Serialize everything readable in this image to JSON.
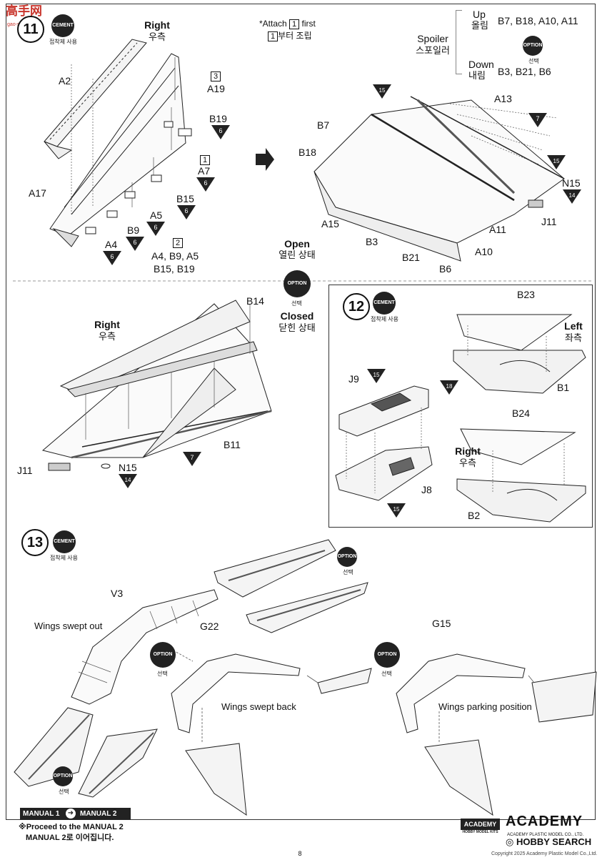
{
  "watermark": {
    "brand": "高手网",
    "site": "gao-shou.com"
  },
  "cement_label": "CEMENT",
  "cement_sub": "접착제 사용",
  "option_label": "OPTION",
  "option_sub": "선택",
  "step11": {
    "number": "11",
    "attach_first": "*Attach ",
    "attach_first_num": "1",
    "attach_first_end": " first",
    "attach_first_kr_num": "1",
    "attach_first_kr": "부터 조립",
    "right_en": "Right",
    "right_kr": "우측",
    "parts": {
      "A2": "A2",
      "A19": "A19",
      "A19_step": "3",
      "B19": "B19",
      "A7": "A7",
      "A7_step": "1",
      "A17": "A17",
      "B15": "B15",
      "A5": "A5",
      "B9": "B9",
      "A4": "A4",
      "step2": "2",
      "step2_list1": "A4, B9, A5",
      "step2_list2": "B15, B19"
    },
    "paint": {
      "six": "6"
    },
    "spoiler": {
      "title_en": "Spoiler",
      "title_kr": "스포일러",
      "up_en": "Up",
      "up_kr": "올림",
      "up_parts": "B7, B18, A10, A11",
      "down_en": "Down",
      "down_kr": "내림",
      "down_parts": "B3, B21, B6"
    },
    "right_parts": {
      "A13": "A13",
      "B7": "B7",
      "B18": "B18",
      "N15": "N15",
      "J11": "J11",
      "A15": "A15",
      "A11": "A11",
      "B3": "B3",
      "A10": "A10",
      "B21": "B21",
      "B6": "B6",
      "paint15": "15",
      "paint7": "7",
      "paint14": "14"
    }
  },
  "open_closed": {
    "open_en": "Open",
    "open_kr": "열린 상태",
    "closed_en": "Closed",
    "closed_kr": "닫힌 상태"
  },
  "lower_left": {
    "B14": "B14",
    "right_en": "Right",
    "right_kr": "우측",
    "B11": "B11",
    "J11": "J11",
    "N15": "N15",
    "paint7": "7",
    "paint14": "14"
  },
  "step12": {
    "number": "12",
    "B23": "B23",
    "left_en": "Left",
    "left_kr": "좌측",
    "B1": "B1",
    "J9": "J9",
    "paint15": "15",
    "paint18": "18",
    "J8": "J8",
    "B24": "B24",
    "right_en": "Right",
    "right_kr": "우측",
    "B2": "B2"
  },
  "step13": {
    "number": "13",
    "V3": "V3",
    "wings_swept_out": "Wings swept out",
    "G22": "G22",
    "wings_swept_back": "Wings swept back",
    "G15": "G15",
    "wings_parking": "Wings parking position"
  },
  "footer": {
    "manual1": "MANUAL 1",
    "manual2": "MANUAL 2",
    "proceed_en": "※Proceed to the MANUAL 2",
    "proceed_kr": "MANUAL 2로 이어집니다.",
    "academy_box": "ACADEMY",
    "academy_box_sub": "HOBBY MODEL KITS",
    "academy_logo": "ACADEMY",
    "academy_company": "ACADEMY PLASTIC MODEL CO., LTD.",
    "hobby_search": "HOBBY SEARCH",
    "copyright": "Copyright 2025 Academy Plastic Model Co.,Ltd.",
    "page": "8"
  }
}
